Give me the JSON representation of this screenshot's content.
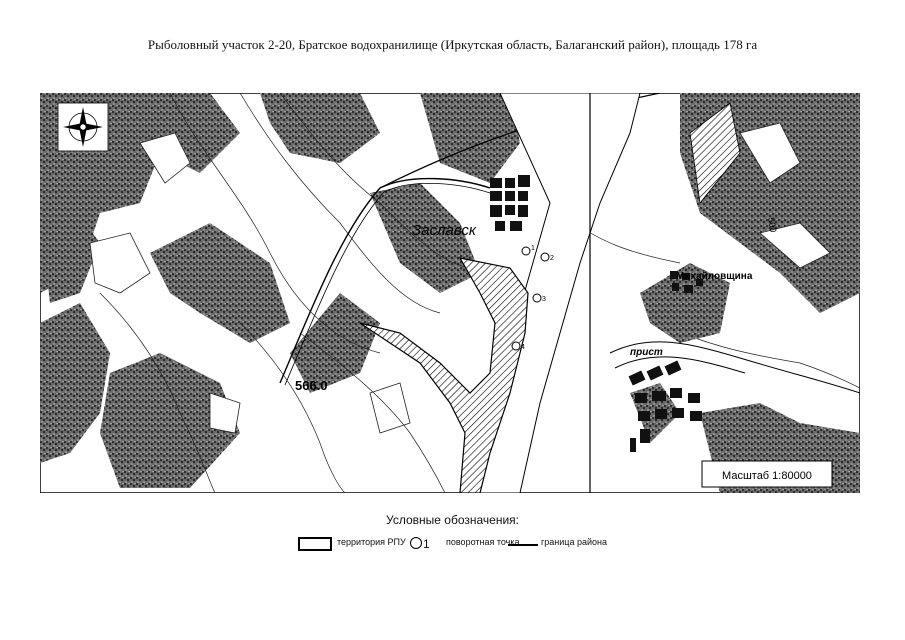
{
  "title": "Рыболовный участок 2-20, Братское водохранилище (Иркутская область, Балаганский район), площадь 178 га",
  "map": {
    "labels": {
      "village_west": "Заславск",
      "village_east": "Михайловщина",
      "village_south": "прист",
      "elevation": "566.0",
      "contour_500": "500",
      "points": [
        "1",
        "2",
        "3",
        "4"
      ]
    },
    "scale": "Масштаб 1:80000",
    "compass_icon": "compass-rose-icon"
  },
  "legend": {
    "title": "Условные обозначения:",
    "territory_label": "территория РПУ",
    "point_number": "1",
    "point_label": "поворотная точка",
    "border_label": "граница района"
  },
  "colors": {
    "ink": "#111111",
    "paper": "#ffffff",
    "dense_relief": "#3a3a3a"
  }
}
